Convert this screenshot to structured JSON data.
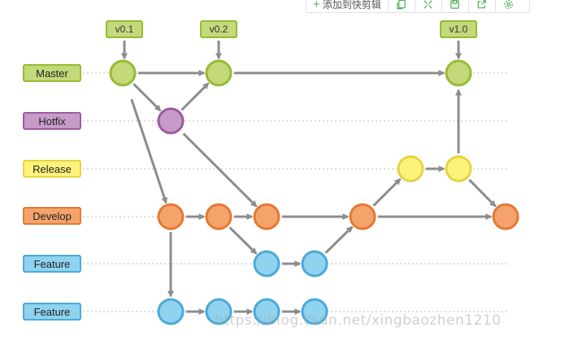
{
  "toolbar": {
    "clip_label": "添加到快剪辑",
    "icons": [
      "copy-icon",
      "expand-icon",
      "save-icon",
      "share-icon",
      "settings-icon"
    ]
  },
  "branches": [
    {
      "id": "master",
      "label": "Master",
      "fill": "#c3d97a",
      "stroke": "#96bc30"
    },
    {
      "id": "hotfix",
      "label": "Hotfix",
      "fill": "#c69bc8",
      "stroke": "#9c5aa0"
    },
    {
      "id": "release",
      "label": "Release",
      "fill": "#fdf37c",
      "stroke": "#e4d443"
    },
    {
      "id": "develop",
      "label": "Develop",
      "fill": "#f5a36c",
      "stroke": "#e27a33"
    },
    {
      "id": "feature1",
      "label": "Feature",
      "fill": "#8fd3ee",
      "stroke": "#4ba9d8"
    },
    {
      "id": "feature2",
      "label": "Feature",
      "fill": "#8fd3ee",
      "stroke": "#4ba9d8"
    }
  ],
  "tags": [
    "v0.1",
    "v0.2",
    "v1.0"
  ],
  "colors": {
    "arrow": "#8c8c8c",
    "guide": "#bdbdbd",
    "node_fill_opacity": 1
  },
  "watermark": "https://blog.csdn.net/xingbaozhen1210"
}
